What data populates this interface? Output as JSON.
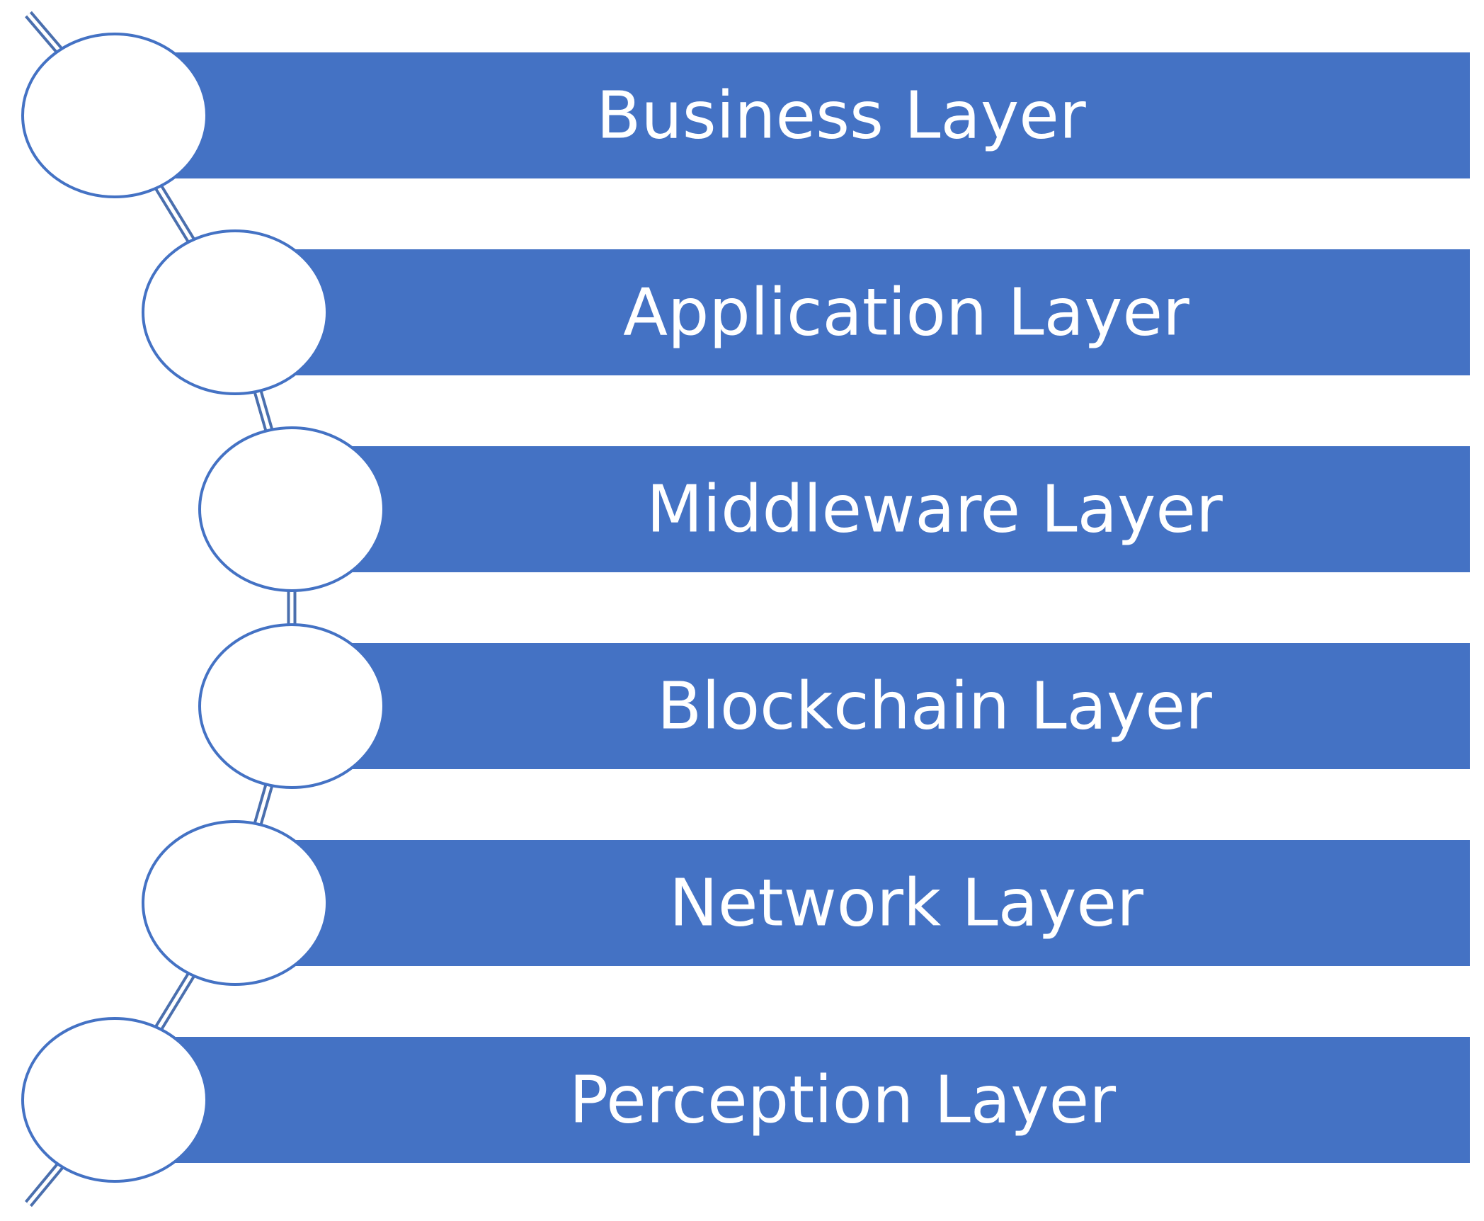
{
  "diagram": {
    "colors": {
      "bar": "#4472c4",
      "label": "#ffffff",
      "node_fill": "#ffffff",
      "node_stroke": "#4472c4",
      "connector": "#4a6fae"
    },
    "layers": [
      {
        "label": "Business Layer"
      },
      {
        "label": "Application Layer"
      },
      {
        "label": "Middleware Layer"
      },
      {
        "label": "Blockchain Layer"
      },
      {
        "label": "Network Layer"
      },
      {
        "label": "Perception Layer"
      }
    ]
  }
}
